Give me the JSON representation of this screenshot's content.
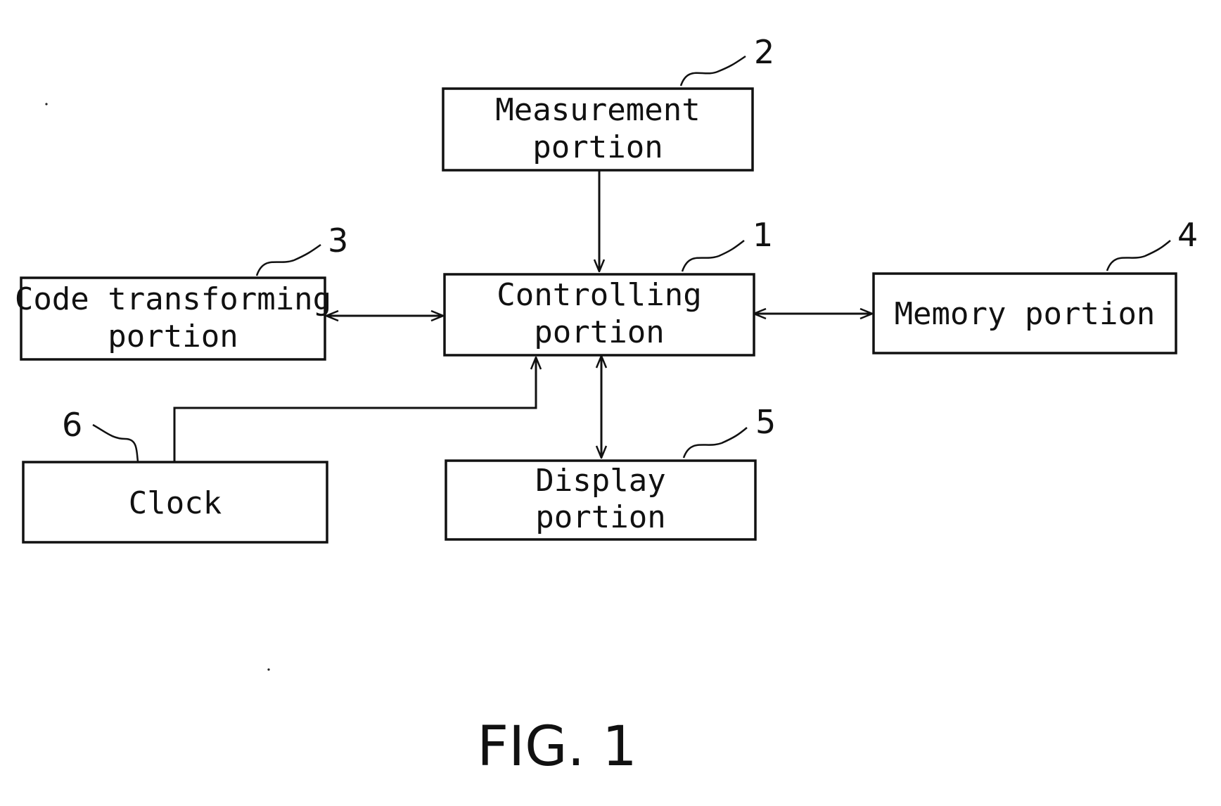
{
  "blocks": {
    "measurement": {
      "ref": "2",
      "lines": [
        "Measurement",
        "portion"
      ]
    },
    "controlling": {
      "ref": "1",
      "lines": [
        "Controlling",
        "portion"
      ]
    },
    "code_transforming": {
      "ref": "3",
      "lines": [
        "Code transforming",
        "portion"
      ]
    },
    "memory": {
      "ref": "4",
      "lines": [
        "Memory portion"
      ]
    },
    "display": {
      "ref": "5",
      "lines": [
        "Display",
        "portion"
      ]
    },
    "clock": {
      "ref": "6",
      "lines": [
        "Clock"
      ]
    }
  },
  "connections": [
    {
      "from": "measurement",
      "to": "controlling",
      "direction": "one-way"
    },
    {
      "from": "code_transforming",
      "to": "controlling",
      "direction": "two-way"
    },
    {
      "from": "controlling",
      "to": "memory",
      "direction": "two-way"
    },
    {
      "from": "controlling",
      "to": "display",
      "direction": "two-way"
    },
    {
      "from": "clock",
      "to": "controlling",
      "direction": "one-way"
    }
  ],
  "figure_label": "FIG. 1"
}
